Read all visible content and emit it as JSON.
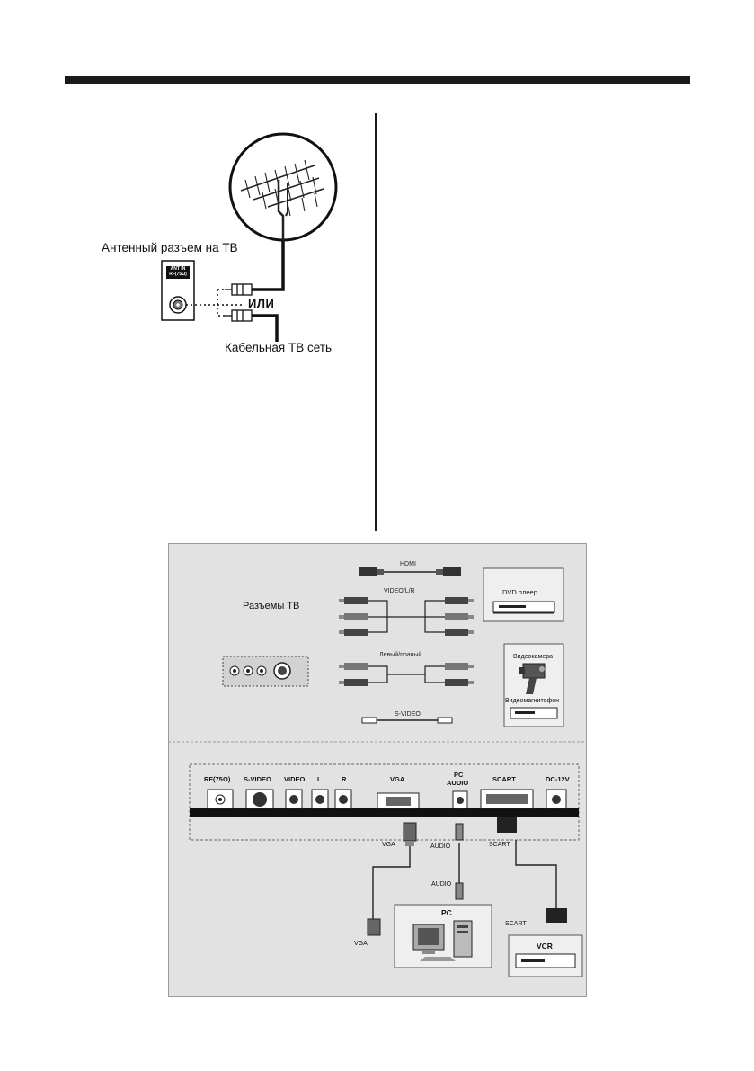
{
  "antenna": {
    "tv_socket_label": "Антенный разъем на ТВ",
    "socket_text_line1": "ANT IN",
    "socket_text_line2": "RF(75Ω)",
    "or_label": "ИЛИ",
    "cable_label": "Кабельная ТВ сеть"
  },
  "connections": {
    "tv_jacks_title": "Разъемы ТВ",
    "hdmi_label": "HDMI",
    "video_lr_label": "VIDEO/L/R",
    "left_right_label": "Левый/правый",
    "svideo_label": "S-VIDEO",
    "dvd_label": "DVD плеер",
    "camcorder_label": "Видеокамера",
    "vcr_ru_label": "Видеомагнитофон"
  },
  "rear_panel": {
    "ports": [
      "RF(75Ω)",
      "S-VIDEO",
      "VIDEO",
      "L",
      "R",
      "VGA",
      "PC",
      "AUDIO",
      "SCART",
      "DC-12V"
    ],
    "vga_cable": "VGA",
    "audio_cable": "AUDIO",
    "scart_cable": "SCART",
    "audio_cable_2": "AUDIO",
    "vga_cable_2": "VGA",
    "scart_cable_2": "SCART",
    "pc_label": "PC",
    "vcr_label": "VCR"
  }
}
